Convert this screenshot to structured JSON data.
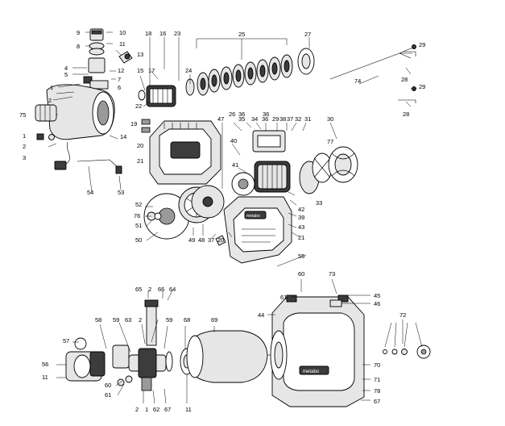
{
  "callouts": {
    "c1a": "1",
    "c1b": "1",
    "c2a": "2",
    "c2b": "2",
    "c2c": "2",
    "c2d": "2",
    "c2e": "2",
    "c3": "3",
    "c4": "4",
    "c5": "5",
    "c6": "6",
    "c7": "7",
    "c8": "8",
    "c9": "9",
    "c10": "10",
    "c11a": "11",
    "c11b": "11",
    "c11c": "11",
    "c12": "12",
    "c13": "13",
    "c14": "14",
    "c15": "15",
    "c16": "16",
    "c17": "17",
    "c18": "18",
    "c19": "19",
    "c20a": "20",
    "c20b": "20",
    "c21a": "21",
    "c21b": "21",
    "c22": "22",
    "c23": "23",
    "c24": "24",
    "c25": "25",
    "c26": "26",
    "c27": "27",
    "c28a": "28",
    "c28b": "28",
    "c29a": "29",
    "c29b": "29",
    "c30": "30",
    "c31": "31",
    "c32": "32",
    "c33": "33",
    "c34": "34",
    "c35": "35",
    "c36a": "36",
    "c36b": "36",
    "c37a": "37",
    "c37b": "37",
    "c38": "38",
    "c39": "39",
    "c40": "40",
    "c41": "41",
    "c42": "42",
    "c43": "43",
    "c44": "44",
    "c45": "45",
    "c46": "46",
    "c47": "47",
    "c48": "48",
    "c49": "49",
    "c50": "50",
    "c51": "51",
    "c52": "52",
    "c53": "53",
    "c54": "54",
    "c55": "55",
    "c56": "56",
    "c57": "57",
    "c58": "58",
    "c59a": "59",
    "c59b": "59",
    "c60a": "60",
    "c60b": "60",
    "c61a": "61",
    "c61b": "61",
    "c62": "62",
    "c63": "63",
    "c64": "64",
    "c65": "65",
    "c66": "66",
    "c67a": "67",
    "c67b": "67",
    "c68": "68",
    "c69": "69",
    "c70": "70",
    "c71": "71",
    "c72": "72",
    "c73": "73",
    "c74": "74",
    "c75": "75",
    "c76": "76",
    "c77": "77",
    "c78": "78"
  },
  "logos": {
    "housing": "metabo",
    "tank": "metabo"
  }
}
